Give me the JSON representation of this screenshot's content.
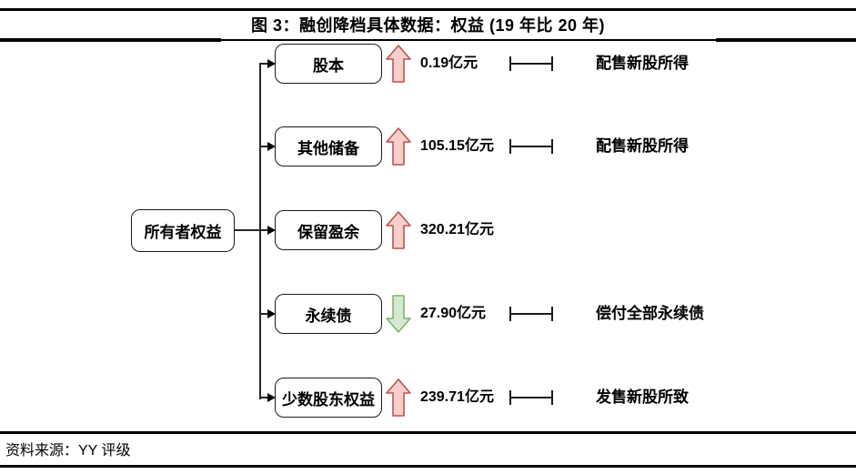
{
  "figure": {
    "title": "图 3：融创降档具体数据：权益 (19 年比 20 年)",
    "source": "资料来源：YY 评级"
  },
  "tree": {
    "root": "所有者权益",
    "rows": [
      {
        "label": "股本",
        "direction": "up",
        "value": "0.19亿元",
        "note": "配售新股所得"
      },
      {
        "label": "其他储备",
        "direction": "up",
        "value": "105.15亿元",
        "note": "配售新股所得"
      },
      {
        "label": "保留盈余",
        "direction": "up",
        "value": "320.21亿元",
        "note": ""
      },
      {
        "label": "永续债",
        "direction": "down",
        "value": "27.90亿元",
        "note": "偿付全部永续债"
      },
      {
        "label": "少数股东权益",
        "direction": "up",
        "value": "239.71亿元",
        "note": "发售新股所致"
      }
    ]
  },
  "colors": {
    "up_fill": "#f8cecc",
    "up_stroke": "#b85450",
    "down_fill": "#d5e8d4",
    "down_stroke": "#82b366",
    "line": "#262626"
  }
}
